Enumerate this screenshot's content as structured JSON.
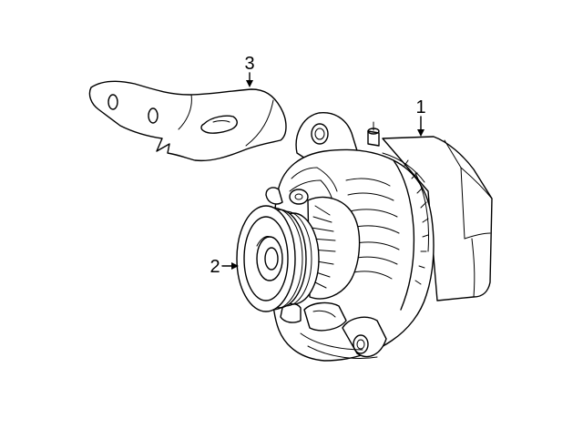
{
  "diagram": {
    "callouts": [
      {
        "id": "1",
        "label": "1"
      },
      {
        "id": "2",
        "label": "2"
      },
      {
        "id": "3",
        "label": "3"
      }
    ],
    "parts": [
      {
        "callout": "1",
        "icon": "alternator-icon"
      },
      {
        "callout": "2",
        "icon": "pulley-icon"
      },
      {
        "callout": "3",
        "icon": "mounting-bracket-icon"
      }
    ]
  }
}
